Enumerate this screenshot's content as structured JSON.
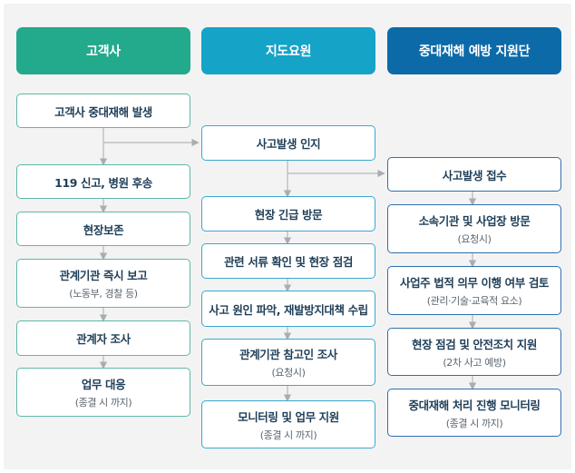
{
  "columns": [
    {
      "title": "고객사",
      "color": "#23a98c",
      "boxes": [
        {
          "title": "고객사 중대재해 발생",
          "sub": ""
        },
        {
          "title": "119 신고, 병원 후송",
          "sub": ""
        },
        {
          "title": "현장보존",
          "sub": ""
        },
        {
          "title": "관계기관 즉시 보고",
          "sub": "(노동부, 경찰 등)"
        },
        {
          "title": "관계자 조사",
          "sub": ""
        },
        {
          "title": "업무 대응",
          "sub": "(종결 시 까지)"
        }
      ]
    },
    {
      "title": "지도요원",
      "color": "#16a3c8",
      "boxes": [
        {
          "title": "사고발생 인지",
          "sub": ""
        },
        {
          "title": "현장 긴급 방문",
          "sub": ""
        },
        {
          "title": "관련 서류 확인 및 현장 점검",
          "sub": ""
        },
        {
          "title": "사고 원인 파악, 재발방지대책 수립",
          "sub": ""
        },
        {
          "title": "관계기관 참고인 조사",
          "sub": "(요청시)"
        },
        {
          "title": "모니터링 및 업무 지원",
          "sub": "(종결 시 까지)"
        }
      ]
    },
    {
      "title": "중대재해 예방 지원단",
      "color": "#0d6aa9",
      "boxes": [
        {
          "title": "사고발생 접수",
          "sub": ""
        },
        {
          "title": "소속기관 및 사업장 방문",
          "sub": "(요청시)"
        },
        {
          "title": "사업주 법적 의무 이행 여부 검토",
          "sub": "(관리·기술·교육적 요소)"
        },
        {
          "title": "현장 점검 및 안전조치 지원",
          "sub": "(2차 사고 예방)"
        },
        {
          "title": "중대재해 처리 진행 모니터링",
          "sub": "(종결 시 까지)"
        }
      ]
    }
  ],
  "colors": {
    "box_border_1": "#5fb7a6",
    "box_border_2": "#39a9cf",
    "box_border_3": "#2f6fae",
    "arrow": "#a9adb1",
    "background": "#f3f3f4"
  }
}
